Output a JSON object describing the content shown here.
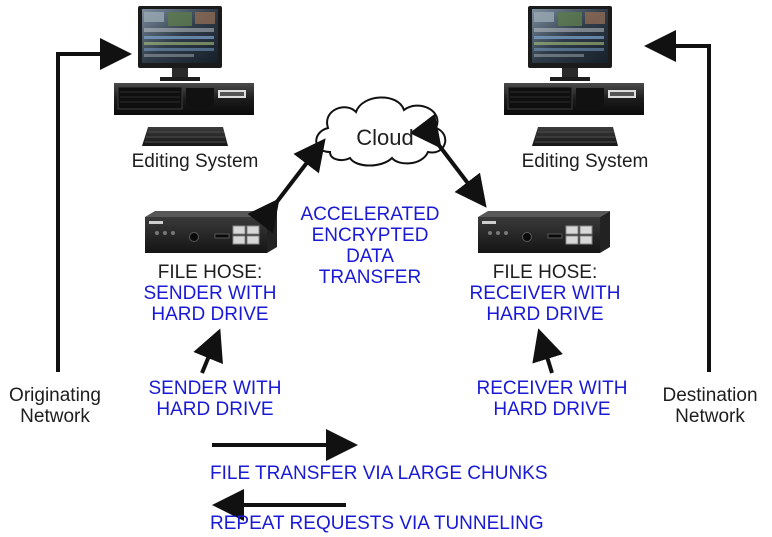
{
  "cloud": {
    "label": "Cloud"
  },
  "left": {
    "editing_label": "Editing System",
    "network_label": [
      "Originating",
      "Network"
    ],
    "device_title": "FILE HOSE:",
    "device_role": [
      "SENDER WITH",
      "HARD DRIVE"
    ],
    "source_label": [
      "SENDER WITH",
      "HARD DRIVE"
    ]
  },
  "right": {
    "editing_label": "Editing System",
    "network_label": [
      "Destination",
      "Network"
    ],
    "device_title": "FILE HOSE:",
    "device_role": [
      "RECEIVER WITH",
      "HARD DRIVE"
    ],
    "source_label": [
      "RECEIVER WITH",
      "HARD DRIVE"
    ]
  },
  "center": {
    "transfer_label": [
      "ACCELERATED",
      "ENCRYPTED",
      "DATA",
      "TRANSFER"
    ]
  },
  "bottom": {
    "forward_label": "FILE TRANSFER VIA LARGE CHUNKS",
    "back_label": "REPEAT REQUESTS VIA TUNNELING"
  },
  "colors": {
    "accent_blue": "#1a1ad6",
    "text_dark": "#1e1e1e",
    "arrow": "#111111"
  }
}
